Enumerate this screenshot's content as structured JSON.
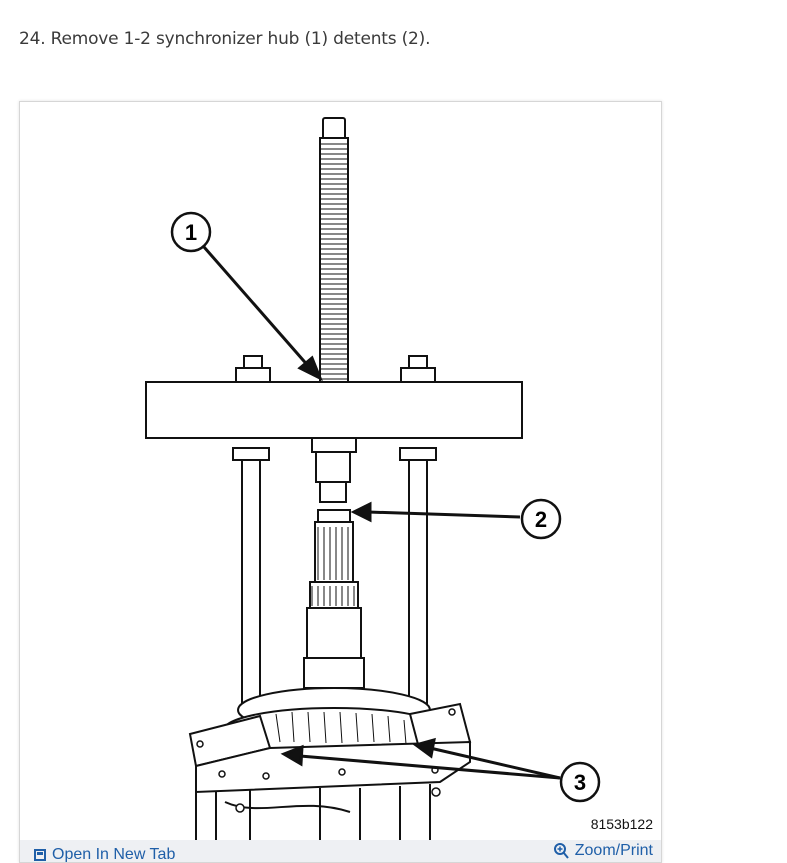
{
  "step": {
    "text": "24. Remove 1-2 synchronizer hub (1) detents (2)."
  },
  "figure": {
    "callouts": [
      "1",
      "2",
      "3"
    ],
    "figure_id": "8153b122",
    "toolbar": {
      "open_new_tab": "Open In New Tab",
      "zoom_print": "Zoom/Print"
    }
  },
  "icons": [
    "open-new-tab-icon",
    "zoom-icon"
  ],
  "colors": {
    "link": "#1f5fa8",
    "toolbar_bg": "#eef0f3",
    "text": "#3a3a3a"
  }
}
